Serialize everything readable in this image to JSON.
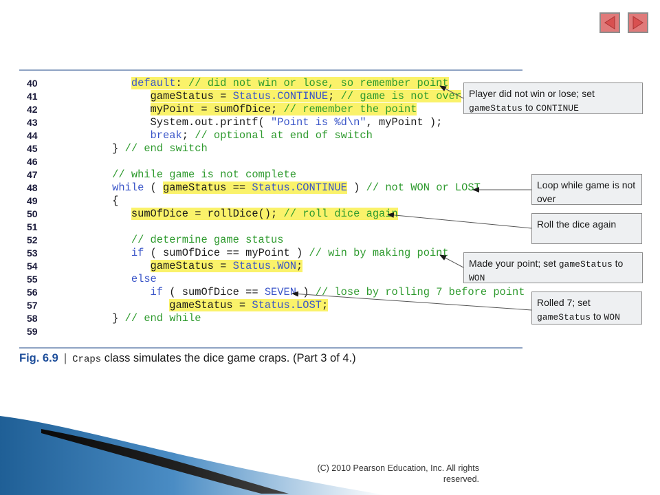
{
  "nav": {
    "prev_icon": "triangle-left-icon",
    "next_icon": "triangle-right-icon",
    "button_color": "#e07a7a"
  },
  "code": [
    {
      "n": "40",
      "segments": [
        {
          "t": "            "
        },
        {
          "t": "default",
          "c": "kw",
          "h": 1
        },
        {
          "t": ": ",
          "h": 1
        },
        {
          "t": "// did not win or lose, so remember point",
          "c": "cm",
          "h": 1
        }
      ]
    },
    {
      "n": "41",
      "segments": [
        {
          "t": "               "
        },
        {
          "t": "gameStatus = ",
          "h": 1
        },
        {
          "t": "Status.CONTINUE",
          "c": "const",
          "h": 1
        },
        {
          "t": "; ",
          "h": 1
        },
        {
          "t": "// game is not over",
          "c": "cm",
          "h": 1
        }
      ]
    },
    {
      "n": "42",
      "segments": [
        {
          "t": "               "
        },
        {
          "t": "myPoint = sumOfDice; ",
          "h": 1
        },
        {
          "t": "// remember the point",
          "c": "cm",
          "h": 1
        }
      ]
    },
    {
      "n": "43",
      "segments": [
        {
          "t": "               System.out.printf( "
        },
        {
          "t": "\"Point is %d\\n\"",
          "c": "str"
        },
        {
          "t": ", myPoint );"
        }
      ]
    },
    {
      "n": "44",
      "segments": [
        {
          "t": "               "
        },
        {
          "t": "break",
          "c": "kw"
        },
        {
          "t": "; "
        },
        {
          "t": "// optional at end of switch",
          "c": "cm"
        }
      ]
    },
    {
      "n": "45",
      "segments": [
        {
          "t": "         } "
        },
        {
          "t": "// end switch",
          "c": "cm"
        }
      ]
    },
    {
      "n": "46",
      "segments": [
        {
          "t": ""
        }
      ]
    },
    {
      "n": "47",
      "segments": [
        {
          "t": "         "
        },
        {
          "t": "// while game is not complete",
          "c": "cm"
        }
      ]
    },
    {
      "n": "48",
      "segments": [
        {
          "t": "         "
        },
        {
          "t": "while",
          "c": "kw"
        },
        {
          "t": " ( "
        },
        {
          "t": "gameStatus == ",
          "h": 1
        },
        {
          "t": "Status.CONTINUE",
          "c": "const",
          "h": 1
        },
        {
          "t": " ) "
        },
        {
          "t": "// not WON or LOST",
          "c": "cm"
        }
      ]
    },
    {
      "n": "49",
      "segments": [
        {
          "t": "         {"
        }
      ]
    },
    {
      "n": "50",
      "segments": [
        {
          "t": "            "
        },
        {
          "t": "sumOfDice = rollDice(); ",
          "h": 1
        },
        {
          "t": "// roll dice again",
          "c": "cm",
          "h": 1
        }
      ]
    },
    {
      "n": "51",
      "segments": [
        {
          "t": ""
        }
      ]
    },
    {
      "n": "52",
      "segments": [
        {
          "t": "            "
        },
        {
          "t": "// determine game status",
          "c": "cm"
        }
      ]
    },
    {
      "n": "53",
      "segments": [
        {
          "t": "            "
        },
        {
          "t": "if",
          "c": "kw"
        },
        {
          "t": " ( sumOfDice == myPoint ) "
        },
        {
          "t": "// win by making point",
          "c": "cm"
        }
      ]
    },
    {
      "n": "54",
      "segments": [
        {
          "t": "               "
        },
        {
          "t": "gameStatus = ",
          "h": 1
        },
        {
          "t": "Status.WON",
          "c": "const",
          "h": 1
        },
        {
          "t": ";",
          "h": 1
        }
      ]
    },
    {
      "n": "55",
      "segments": [
        {
          "t": "            "
        },
        {
          "t": "else",
          "c": "kw"
        }
      ]
    },
    {
      "n": "56",
      "segments": [
        {
          "t": "               "
        },
        {
          "t": "if",
          "c": "kw"
        },
        {
          "t": " ( sumOfDice == "
        },
        {
          "t": "SEVEN",
          "c": "const"
        },
        {
          "t": " ) "
        },
        {
          "t": "// lose by rolling 7 before point",
          "c": "cm"
        }
      ]
    },
    {
      "n": "57",
      "segments": [
        {
          "t": "                  "
        },
        {
          "t": "gameStatus = ",
          "h": 1
        },
        {
          "t": "Status.LOST",
          "c": "const",
          "h": 1
        },
        {
          "t": ";",
          "h": 1
        }
      ]
    },
    {
      "n": "58",
      "segments": [
        {
          "t": "         } "
        },
        {
          "t": "// end while",
          "c": "cm"
        }
      ]
    },
    {
      "n": "59",
      "segments": [
        {
          "t": ""
        }
      ]
    }
  ],
  "callouts": {
    "c1": {
      "line1": "Player did not win or lose; set",
      "mono": "gameStatus",
      "rest": " to ",
      "mono2": "CONTINUE"
    },
    "c2": {
      "line1": "Loop while game is not",
      "line2": "over"
    },
    "c3": {
      "line1": "Roll the dice again"
    },
    "c4": {
      "line1": "Made your point; set ",
      "mono": "gameStatus",
      "rest": " to",
      "mono2": "WON"
    },
    "c5": {
      "line1": "Rolled 7; set",
      "mono": "gameStatus",
      "rest": " to ",
      "mono2": "WON"
    }
  },
  "caption": {
    "fig": "Fig. 6.9",
    "sep": "|",
    "class_name": "Craps",
    "text": " class simulates the dice game craps. (Part 3 of 4.)"
  },
  "copyright": "(C) 2010 Pearson Education, Inc.  All rights reserved.",
  "colors": {
    "highlight": "#faf26a",
    "keyword": "#3a55c8",
    "comment": "#2e9a2e",
    "fig_label": "#1e4e9a",
    "swoosh": "#2a6fa8"
  }
}
